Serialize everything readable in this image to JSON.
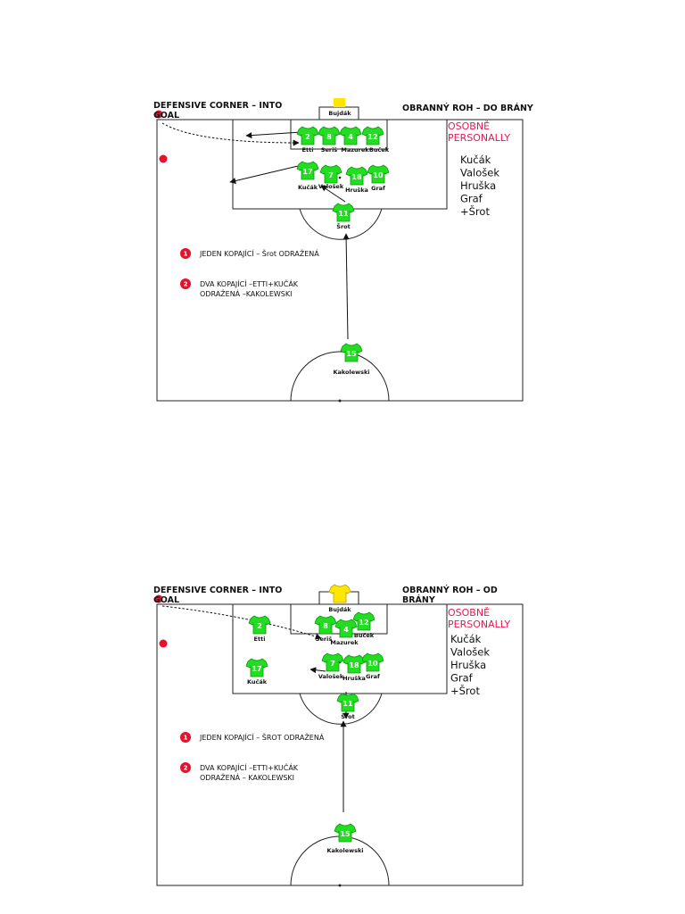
{
  "colors": {
    "jersey": "#22dd22",
    "jersey_dark": "#0a9a0a",
    "keeper": "#ffe600",
    "marker": "#e8102a",
    "accent_text": "#e8194f"
  },
  "diagrams": [
    {
      "title_left": "DEFENSIVE CORNER – INTO GOAL",
      "title_right": "OBRANNÝ ROH – DO BRÁNY",
      "marking_title": [
        "OSOBNĚ",
        "PERSONALLY"
      ],
      "marking_list": [
        "Kučák",
        "Valošek",
        "Hruška",
        "Graf",
        "+Šrot"
      ],
      "keeper": {
        "name": "Bujdák"
      },
      "players": [
        {
          "num": "2",
          "name": "Etti"
        },
        {
          "num": "8",
          "name": "Seriš"
        },
        {
          "num": "4",
          "name": "Mazurek"
        },
        {
          "num": "12",
          "name": "Buček"
        },
        {
          "num": "17",
          "name": "Kučák"
        },
        {
          "num": "7",
          "name": "Valošek"
        },
        {
          "num": "18",
          "name": "Hruška"
        },
        {
          "num": "10",
          "name": "Graf"
        },
        {
          "num": "11",
          "name": "Šrot"
        },
        {
          "num": "15",
          "name": "Kakolewski"
        }
      ],
      "notes": [
        {
          "badge": "1",
          "lines": [
            "JEDEN KOPAJÍCÍ – Šrot ODRAŽENÁ"
          ]
        },
        {
          "badge": "2",
          "lines": [
            "DVA KOPAJÍCÍ –ETTI+KUČÁK",
            "ODRAŽENÁ –KAKOLEWSKI"
          ]
        }
      ]
    },
    {
      "title_left": "DEFENSIVE CORNER – INTO GOAL",
      "title_right": "OBRANNÝ ROH – OD BRÁNY",
      "marking_title": [
        "OSOBNĚ",
        "PERSONALLY"
      ],
      "marking_list": [
        "Kučák",
        "Valošek",
        "Hruška",
        "Graf",
        "+Šrot"
      ],
      "keeper": {
        "name": "Bujdák"
      },
      "players": [
        {
          "num": "2",
          "name": "Etti"
        },
        {
          "num": "8",
          "name": "Seriš"
        },
        {
          "num": "4",
          "name": "Mazurek"
        },
        {
          "num": "12",
          "name": "Buček"
        },
        {
          "num": "17",
          "name": "Kučák"
        },
        {
          "num": "7",
          "name": "Valošek"
        },
        {
          "num": "18",
          "name": "Hruška"
        },
        {
          "num": "10",
          "name": "Graf"
        },
        {
          "num": "11",
          "name": "Šrot"
        },
        {
          "num": "15",
          "name": "Kakolewski"
        }
      ],
      "notes": [
        {
          "badge": "1",
          "lines": [
            "JEDEN KOPAJÍCÍ – ŠROT ODRAŽENÁ"
          ]
        },
        {
          "badge": "2",
          "lines": [
            "DVA KOPAJÍCÍ –ETTI+KUČÁK",
            "ODRAŽENÁ – KAKOLEWSKI"
          ]
        }
      ]
    }
  ]
}
